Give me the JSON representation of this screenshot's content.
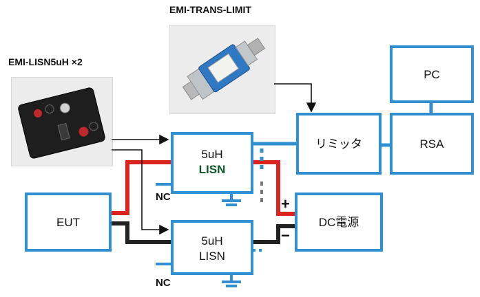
{
  "labels": {
    "trans_limit": "EMI-TRANS-LIMIT",
    "lisn_device": "EMI-LISN5uH ×2"
  },
  "boxes": {
    "pc": "PC",
    "rsa": "RSA",
    "limiter": "リミッタ",
    "eut": "EUT",
    "dc_supply": "DC電源",
    "lisn_top_line1": "5uH",
    "lisn_top_line2": "LISN",
    "lisn_bottom_line1": "5uH",
    "lisn_bottom_line2": "LISN"
  },
  "terminals": {
    "nc_top": "NC",
    "nc_bottom": "NC",
    "plus": "+",
    "minus": "−"
  },
  "colors": {
    "box_border": "#2f8fd0",
    "positive_wire": "#d9251d",
    "negative_wire": "#222222",
    "signal_wire": "#2f8fd0"
  }
}
